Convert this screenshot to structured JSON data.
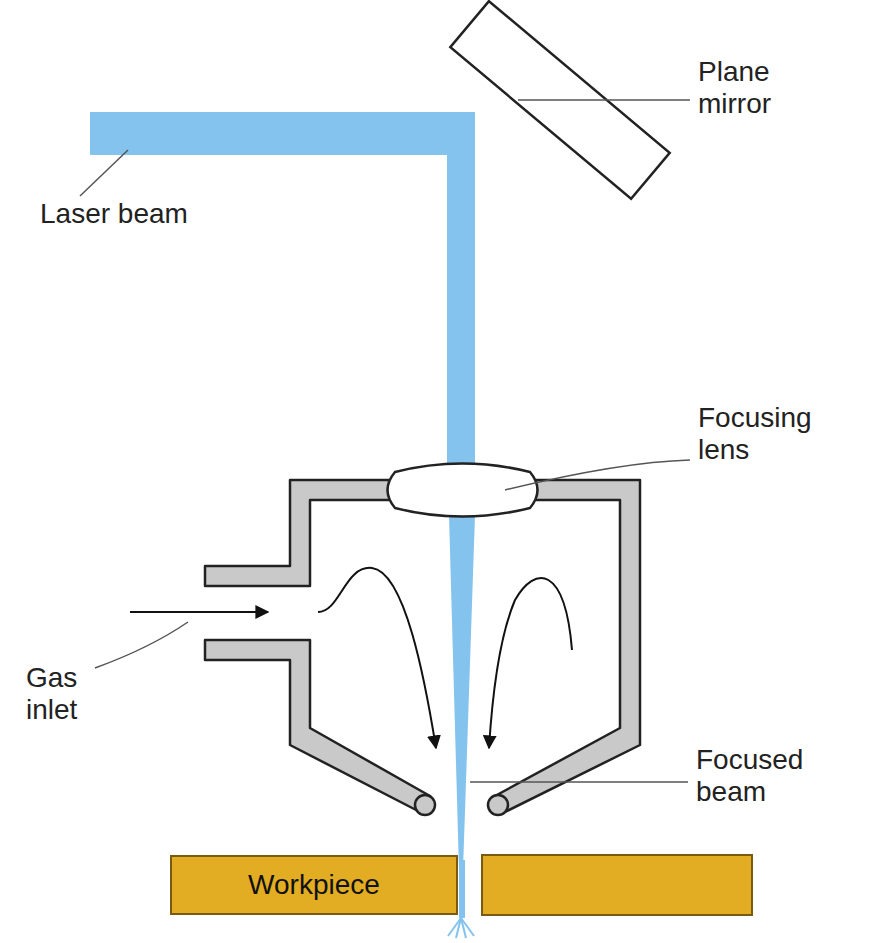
{
  "diagram": {
    "nodes": [
      {
        "text": [
          "Workpiece"
        ]
      }
    ],
    "labels": [
      "Plane mirror",
      "Laser beam",
      "Focusing lens",
      "Gas inlet",
      "Focused beam"
    ]
  }
}
